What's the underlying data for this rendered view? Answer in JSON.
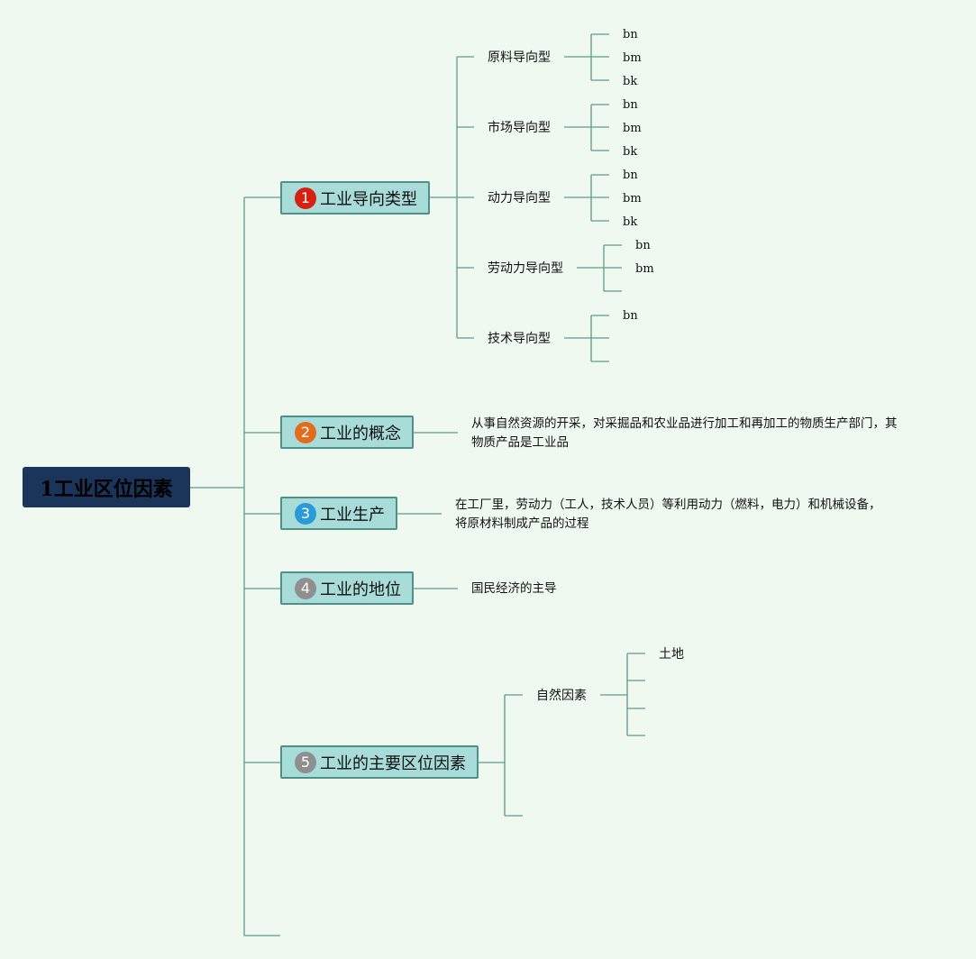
{
  "root": {
    "label": "1工业区位因素"
  },
  "branches": [
    {
      "num": "1",
      "label": "工业导向类型",
      "color": "#d62011",
      "subs": [
        {
          "label": "原料导向型",
          "leaves": [
            "bn",
            "bm",
            "bk"
          ]
        },
        {
          "label": "市场导向型",
          "leaves": [
            "bn",
            "bm",
            "bk"
          ]
        },
        {
          "label": "动力导向型",
          "leaves": [
            "bn",
            "bm",
            "bk"
          ]
        },
        {
          "label": "劳动力导向型",
          "leaves": [
            "bn",
            "bm",
            ""
          ]
        },
        {
          "label": "技术导向型",
          "leaves": [
            "bn",
            "",
            ""
          ]
        }
      ]
    },
    {
      "num": "2",
      "label": "工业的概念",
      "color": "#e46c1d",
      "desc_lines": [
        "从事自然资源的开采，对采掘品和农业品进行加工和再加工的物质生产部门，其",
        "物质产品是工业品"
      ]
    },
    {
      "num": "3",
      "label": "工业生产",
      "color": "#2a9ad8",
      "desc_lines": [
        "在工厂里，劳动力（工人，技术人员）等利用动力（燃料，电力）和机械设备，",
        "将原材料制成产品的过程"
      ]
    },
    {
      "num": "4",
      "label": "工业的地位",
      "color": "#8f8f8f",
      "desc_lines": [
        "国民经济的主导"
      ]
    },
    {
      "num": "5",
      "label": "工业的主要区位因素",
      "color": "#8f8f8f",
      "subs": [
        {
          "label": "自然因素",
          "leaves": [
            "土地",
            "",
            "",
            ""
          ]
        },
        {
          "label": "",
          "leaves": []
        }
      ]
    }
  ],
  "colors": {
    "line": "#5c9c8e",
    "root_bg": "#1b3459",
    "branch_bg": "#a8dcd9",
    "branch_border": "#4f9187"
  }
}
